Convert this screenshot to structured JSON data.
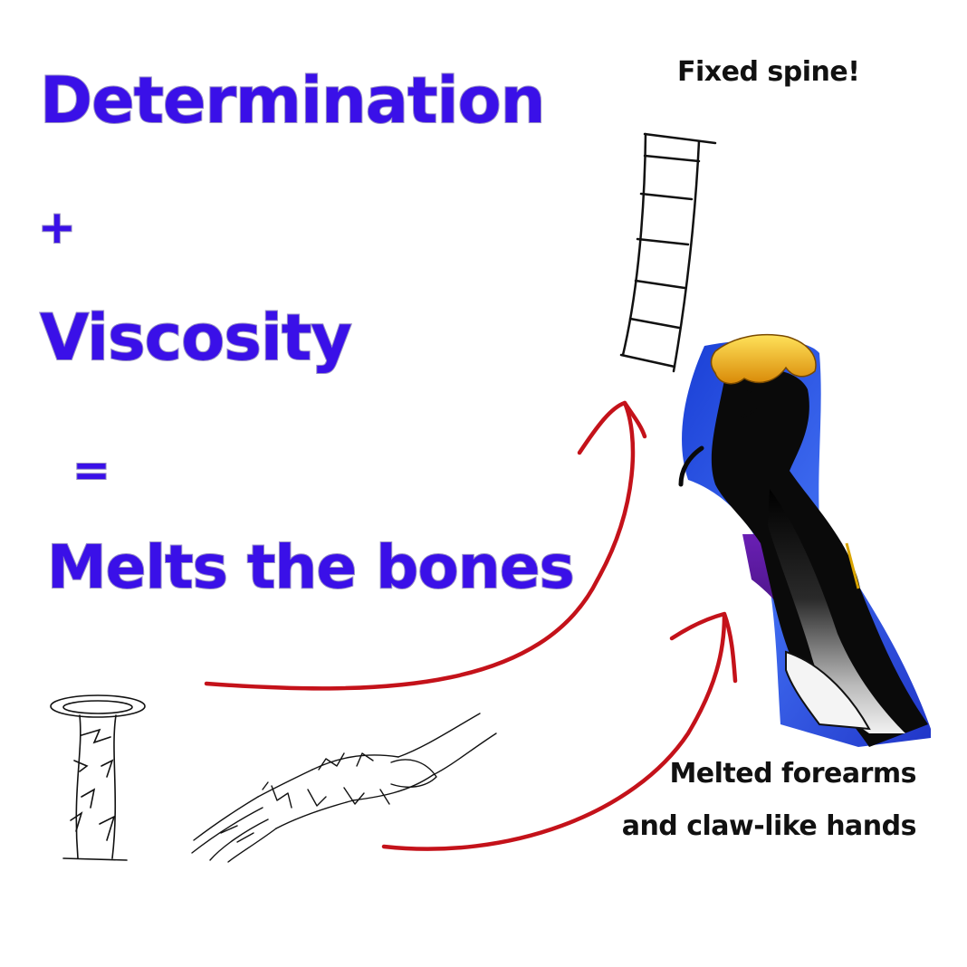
{
  "equation": {
    "term1": "Determination",
    "plus": "+",
    "term2": "Viscosity",
    "equals": "=",
    "result": "Melts the bones"
  },
  "annotations": {
    "spine": "Fixed spine!",
    "arm_line1": "Melted forearms",
    "arm_line2": "and claw-like hands"
  },
  "colors": {
    "equation_text": "#3a10e8",
    "arrows": "#c4121a",
    "annotation_text": "#111111"
  }
}
